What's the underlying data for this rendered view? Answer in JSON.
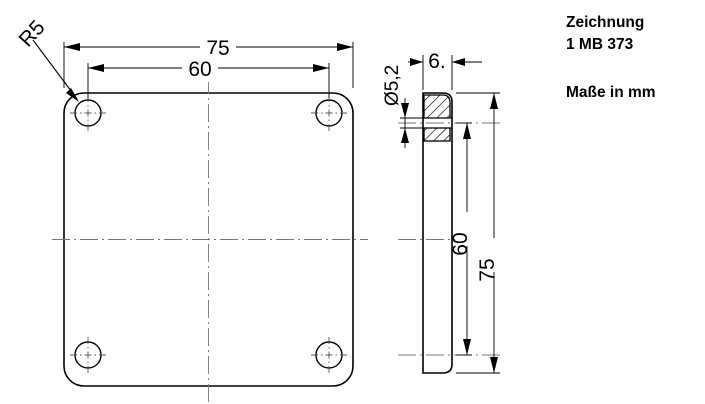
{
  "drawing": {
    "title_block": {
      "label_drawing": "Zeichnung",
      "drawing_number": "1 MB 373",
      "units_note": "Maße in mm"
    },
    "front_view": {
      "name": "front-view",
      "width_overall": "75",
      "hole_spacing_horizontal": "60",
      "corner_radius": "R5",
      "hole_count": 4
    },
    "side_view": {
      "name": "side-view",
      "hole_diameter": "Ø5,2",
      "thickness": "6.",
      "height_overall": "75",
      "hole_spacing_vertical": "60"
    },
    "colors": {
      "line": "#000000",
      "centerline": "#777777",
      "background": "#ffffff"
    }
  }
}
